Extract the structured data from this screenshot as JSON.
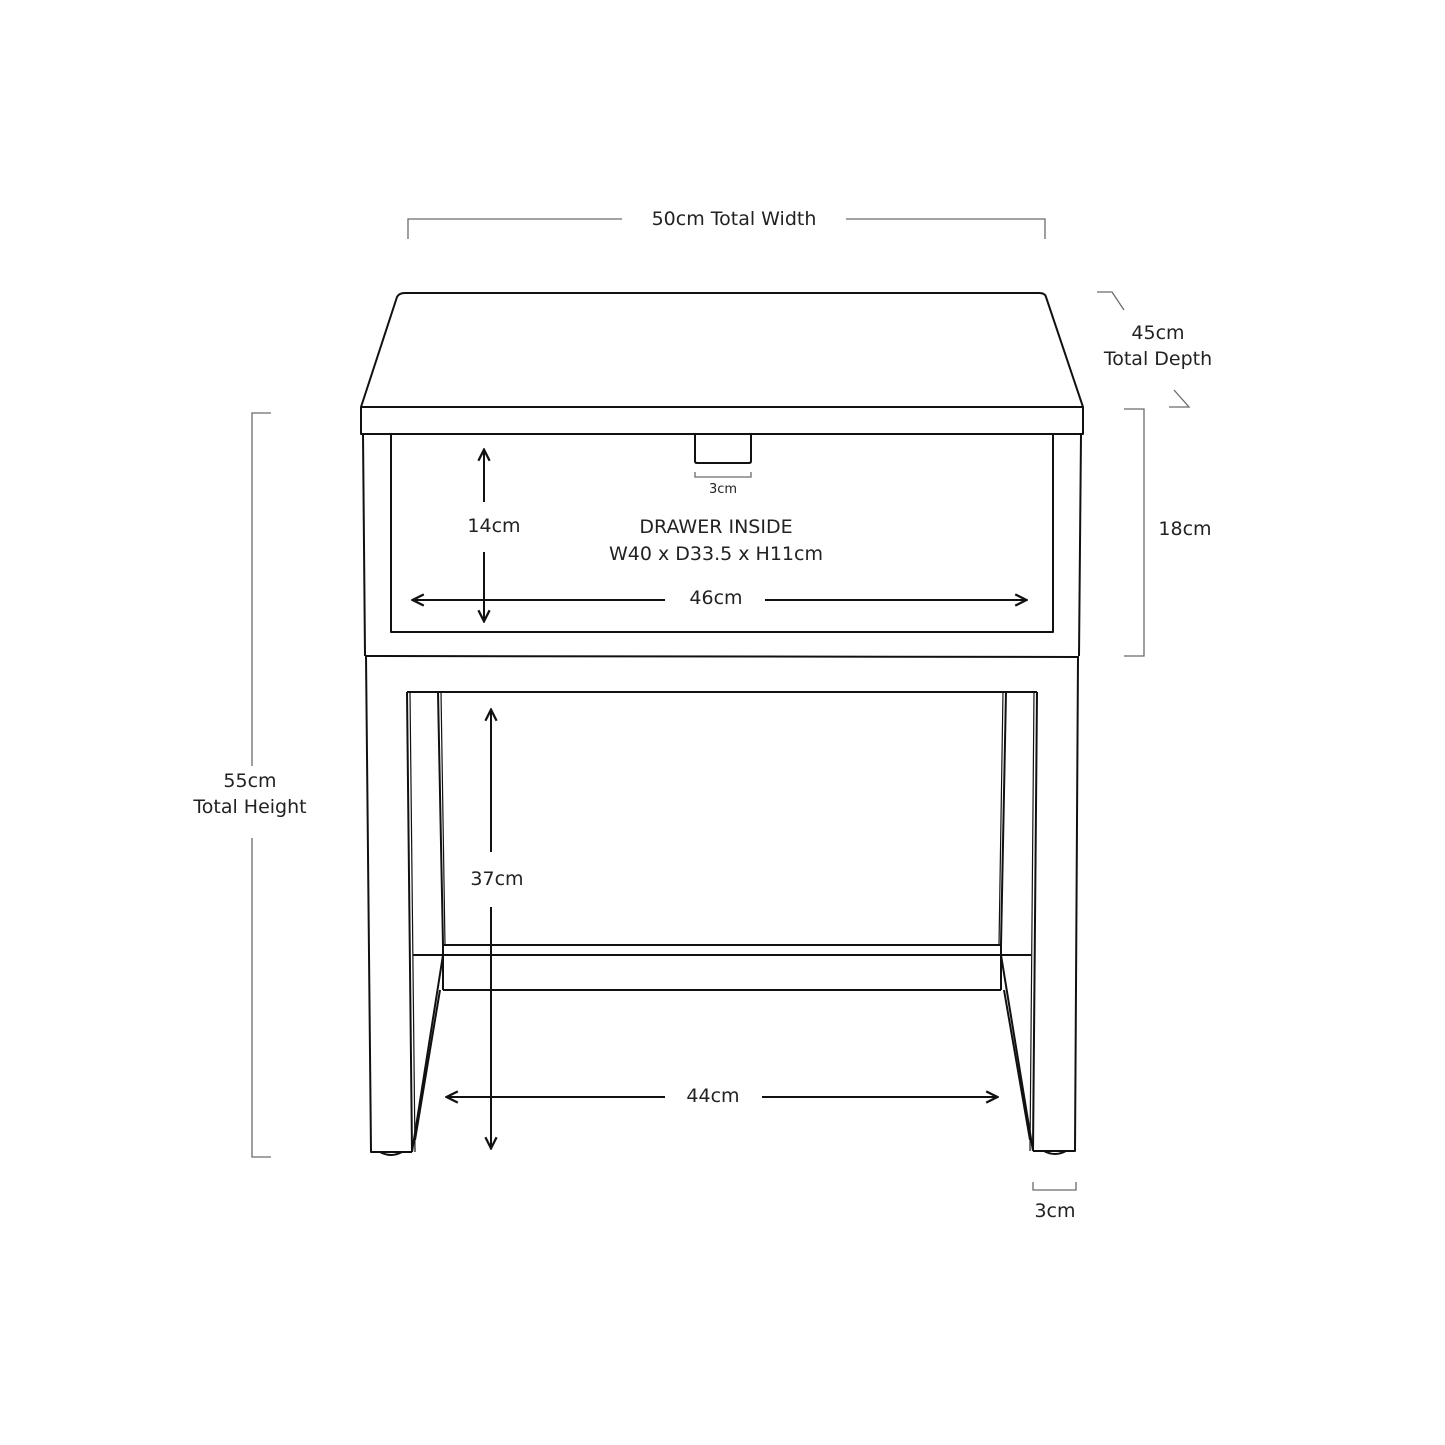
{
  "diagram": {
    "subject": "Bedside table with drawer — dimension drawing",
    "colors": {
      "outline": "#111111",
      "dimension_line": "#6b6b6b",
      "text": "#222222",
      "background": "#ffffff"
    }
  },
  "dimensions": {
    "total_width": {
      "value": "50cm",
      "label": "50cm Total Width"
    },
    "total_depth": {
      "value": "45cm",
      "caption": "Total Depth"
    },
    "total_height": {
      "value": "55cm",
      "caption": "Total Height"
    },
    "drawer_front_height": {
      "label": "18cm"
    },
    "drawer_height": {
      "label": "14cm"
    },
    "drawer_width": {
      "label": "46cm"
    },
    "handle_width": {
      "label": "3cm"
    },
    "leg_clearance_height": {
      "label": "37cm"
    },
    "leg_span_width": {
      "label": "44cm"
    },
    "leg_width": {
      "label": "3cm"
    }
  },
  "drawer_inside": {
    "title": "DRAWER INSIDE",
    "size": "W40 x D33.5 x H11cm"
  }
}
